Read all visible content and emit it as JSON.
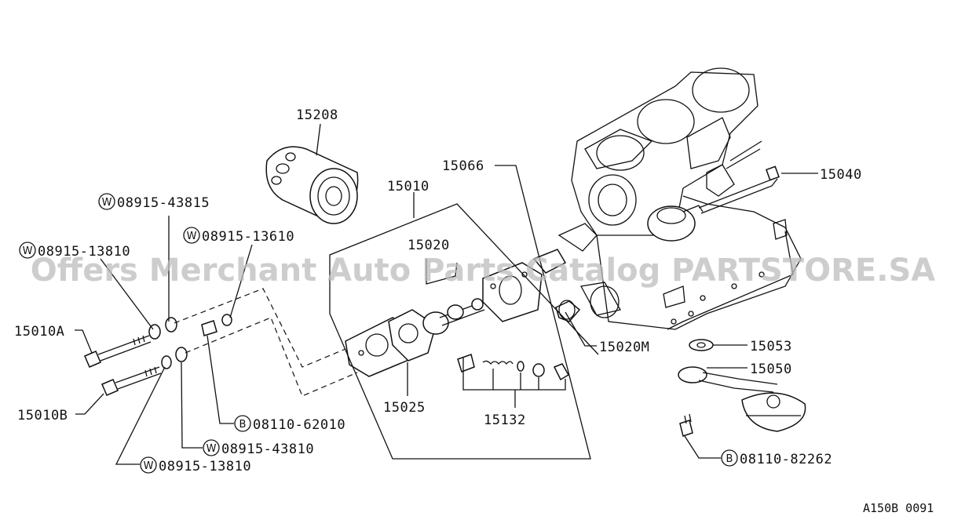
{
  "diagram": {
    "parts": [
      {
        "id": "p15208",
        "label": "15208",
        "circled_prefix": ""
      },
      {
        "id": "p15066",
        "label": "15066",
        "circled_prefix": ""
      },
      {
        "id": "p15010",
        "label": "15010",
        "circled_prefix": ""
      },
      {
        "id": "p15040",
        "label": "15040",
        "circled_prefix": ""
      },
      {
        "id": "p15020",
        "label": "15020",
        "circled_prefix": ""
      },
      {
        "id": "w43815",
        "label": "08915-43815",
        "circled_prefix": "W"
      },
      {
        "id": "w13610",
        "label": "08915-13610",
        "circled_prefix": "W"
      },
      {
        "id": "w13810a",
        "label": "08915-13810",
        "circled_prefix": "W"
      },
      {
        "id": "p15010a",
        "label": "15010A",
        "circled_prefix": ""
      },
      {
        "id": "p15020m",
        "label": "15020M",
        "circled_prefix": ""
      },
      {
        "id": "p15053",
        "label": "15053",
        "circled_prefix": ""
      },
      {
        "id": "p15050",
        "label": "15050",
        "circled_prefix": ""
      },
      {
        "id": "p15025",
        "label": "15025",
        "circled_prefix": ""
      },
      {
        "id": "p15132",
        "label": "15132",
        "circled_prefix": ""
      },
      {
        "id": "p15010b",
        "label": "15010B",
        "circled_prefix": ""
      },
      {
        "id": "b62010",
        "label": "08110-62010",
        "circled_prefix": "B"
      },
      {
        "id": "w43810",
        "label": "08915-43810",
        "circled_prefix": "W"
      },
      {
        "id": "b82262",
        "label": "08110-82262",
        "circled_prefix": "B"
      },
      {
        "id": "w13810b",
        "label": "08915-13810",
        "circled_prefix": "W"
      }
    ],
    "watermark": "Offers Merchant Auto Parts Catalog PARTSTORE.SA",
    "reference_code": "A150B 0091"
  }
}
